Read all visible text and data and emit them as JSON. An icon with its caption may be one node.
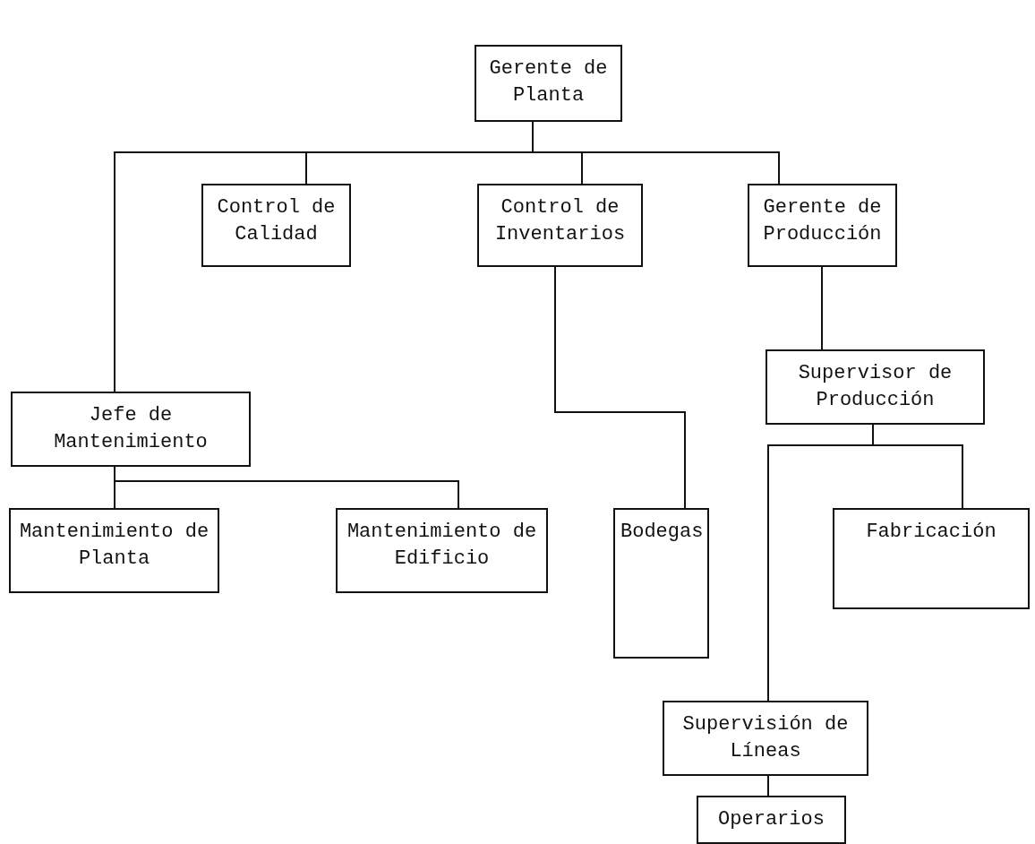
{
  "diagram": {
    "nodes": [
      {
        "text": [
          "Gerente de Planta"
        ]
      },
      {
        "text": [
          "Control de Calidad"
        ]
      },
      {
        "text": [
          "Control de Inventarios"
        ]
      },
      {
        "text": [
          "Gerente de Producción"
        ]
      },
      {
        "text": [
          "Jefe de Mantenimiento"
        ]
      },
      {
        "text": [
          "Supervisor de Producción"
        ]
      },
      {
        "text": [
          "Mantenimiento de Planta"
        ]
      },
      {
        "text": [
          "Mantenimiento de Edificio"
        ]
      },
      {
        "text": [
          "Bodegas"
        ]
      },
      {
        "text": [
          "Fabricación"
        ]
      },
      {
        "text": [
          "Supervisión de Líneas"
        ]
      },
      {
        "text": [
          "Operarios"
        ]
      }
    ],
    "edges": [
      {
        "from": 0,
        "to": 4,
        "arrow": "none"
      },
      {
        "from": 0,
        "to": 1,
        "arrow": "none"
      },
      {
        "from": 0,
        "to": 2,
        "arrow": "none"
      },
      {
        "from": 0,
        "to": 3,
        "arrow": "none"
      },
      {
        "from": 3,
        "to": 5,
        "arrow": "none"
      },
      {
        "from": 4,
        "to": 6,
        "arrow": "none"
      },
      {
        "from": 4,
        "to": 7,
        "arrow": "none"
      },
      {
        "from": 2,
        "to": 8,
        "arrow": "none"
      },
      {
        "from": 5,
        "to": 10,
        "arrow": "none"
      },
      {
        "from": 5,
        "to": 9,
        "arrow": "none"
      },
      {
        "from": 10,
        "to": 11,
        "arrow": "none"
      }
    ]
  }
}
